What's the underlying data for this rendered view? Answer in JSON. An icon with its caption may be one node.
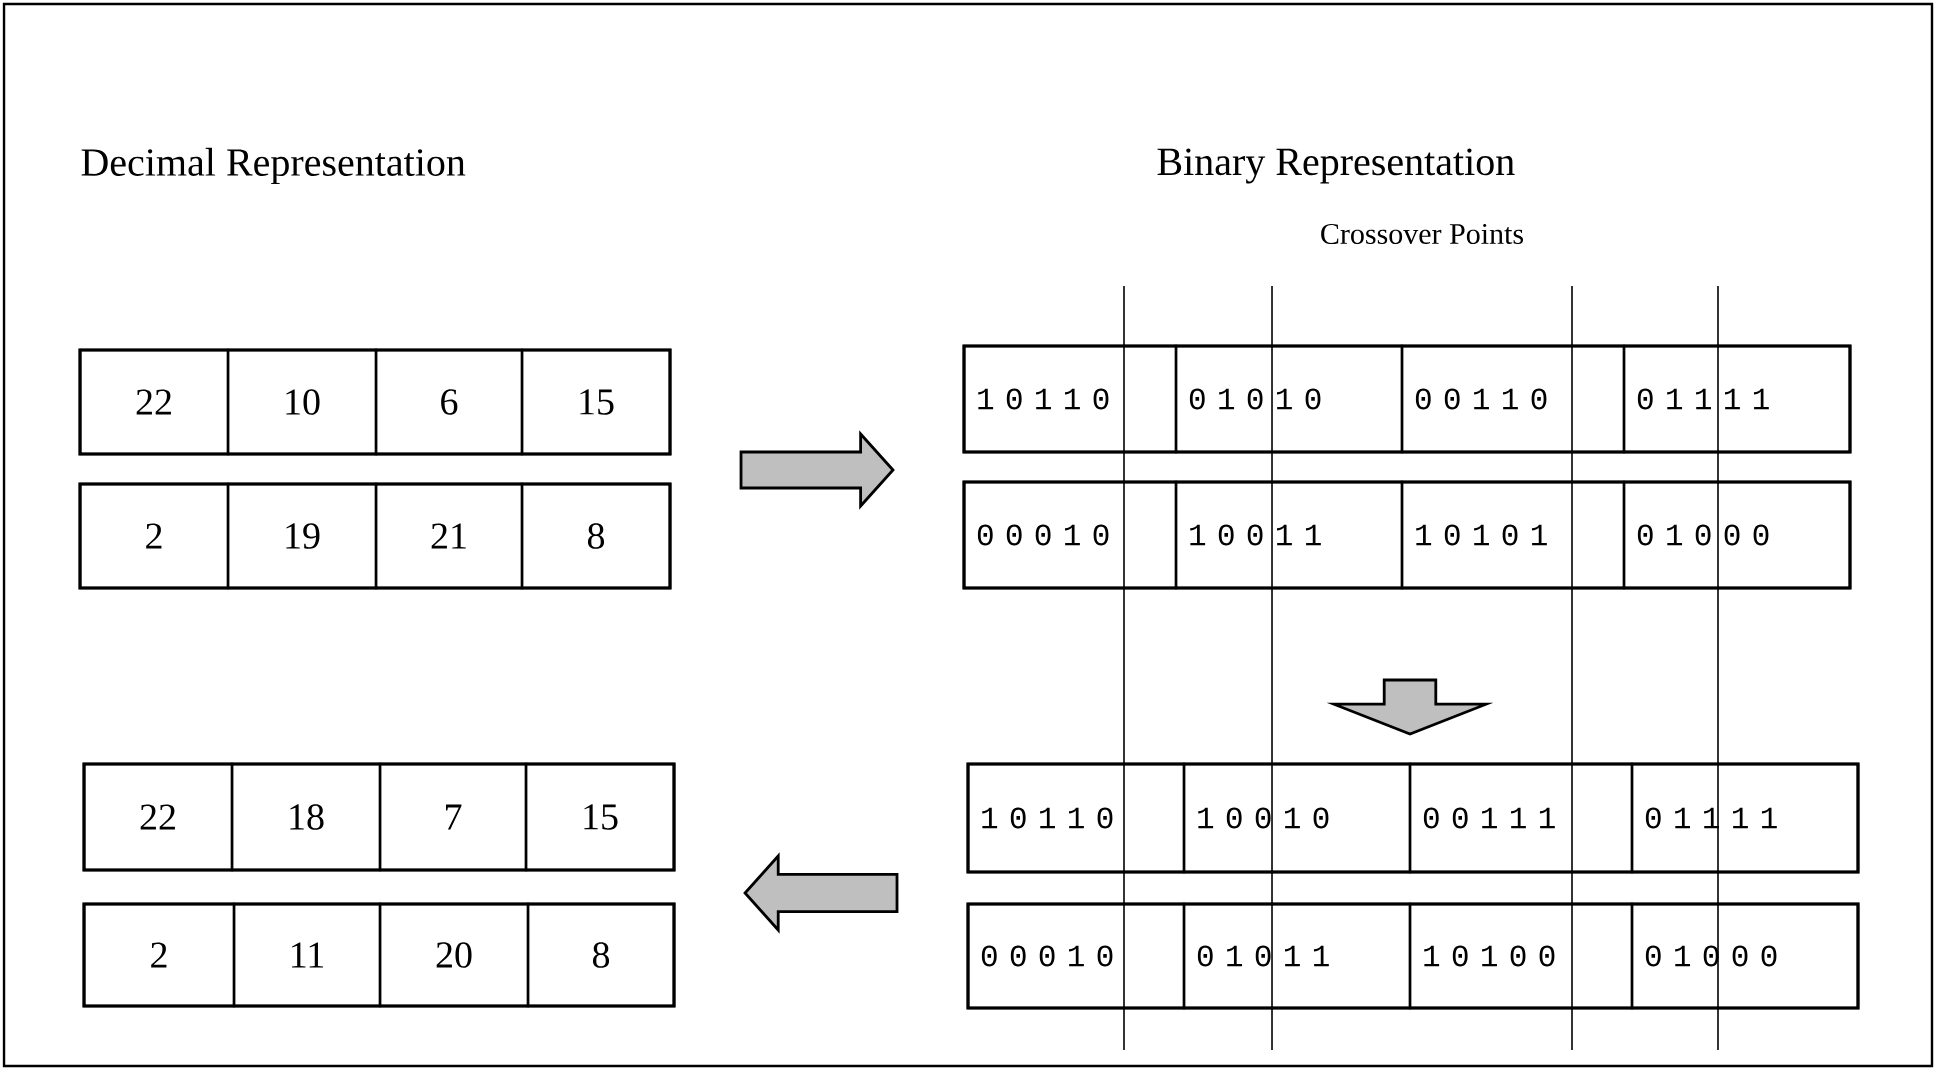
{
  "diagram": {
    "nodes": [
      {
        "text": [],
        "shape": "box"
      },
      {
        "text": [
          "22"
        ],
        "in": 0
      },
      {
        "text": [
          "10"
        ],
        "in": 0
      },
      {
        "text": [
          "6"
        ],
        "in": 0
      },
      {
        "text": [
          "15"
        ],
        "in": 0
      },
      {
        "text": [],
        "shape": "box"
      },
      {
        "text": [
          "2"
        ],
        "in": 5
      },
      {
        "text": [
          "19"
        ],
        "in": 5
      },
      {
        "text": [
          "21"
        ],
        "in": 5
      },
      {
        "text": [
          "8"
        ],
        "in": 5
      },
      {
        "text": [],
        "shape": "box"
      },
      {
        "text": [
          "1 0 1 1 0"
        ],
        "in": 10
      },
      {
        "text": [
          "0 1 0 1 0"
        ],
        "in": 10
      },
      {
        "text": [
          "0 0 1 1 0"
        ],
        "in": 10
      },
      {
        "text": [
          "0 1 1 1 1"
        ],
        "in": 10
      },
      {
        "text": [],
        "shape": "box"
      },
      {
        "text": [
          "0 0 0 1 0"
        ],
        "in": 15
      },
      {
        "text": [
          "1 0 0 1 1"
        ],
        "in": 15
      },
      {
        "text": [
          "1 0 1 0 1"
        ],
        "in": 15
      },
      {
        "text": [
          "0 1 0 0 0"
        ],
        "in": 15
      },
      {
        "text": [],
        "shape": "box"
      },
      {
        "text": [
          "1 0 1 1 0"
        ],
        "in": 20
      },
      {
        "text": [
          "1 0 0 1 0"
        ],
        "in": 20
      },
      {
        "text": [
          "0 0 1 1 1"
        ],
        "in": 20
      },
      {
        "text": [
          "0 1 1 1 1"
        ],
        "in": 20
      },
      {
        "text": [],
        "shape": "box"
      },
      {
        "text": [
          "0 0 0 1 0"
        ],
        "in": 25
      },
      {
        "text": [
          "0 1 0 1 1"
        ],
        "in": 25
      },
      {
        "text": [
          "1 0 1 0 0"
        ],
        "in": 25
      },
      {
        "text": [
          "0 1 0 0 0"
        ],
        "in": 25
      },
      {
        "text": [],
        "shape": "box"
      },
      {
        "text": [
          "22"
        ],
        "in": 30
      },
      {
        "text": [
          "18"
        ],
        "in": 30
      },
      {
        "text": [
          "7"
        ],
        "in": 30
      },
      {
        "text": [
          "15"
        ],
        "in": 30
      },
      {
        "text": [],
        "shape": "box"
      },
      {
        "text": [
          "2"
        ],
        "in": 35
      },
      {
        "text": [
          "11"
        ],
        "in": 35
      },
      {
        "text": [
          "20"
        ],
        "in": 35
      },
      {
        "text": [
          "8"
        ],
        "in": 35
      }
    ],
    "edges": [
      {
        "from": 0,
        "to": 10,
        "arrow": "to"
      },
      {
        "from": 15,
        "to": 20,
        "arrow": "to"
      },
      {
        "from": 20,
        "to": 30,
        "arrow": "to"
      }
    ],
    "labels": [
      "Decimal Representation",
      "Binary Representation",
      "Crossover Points"
    ]
  }
}
